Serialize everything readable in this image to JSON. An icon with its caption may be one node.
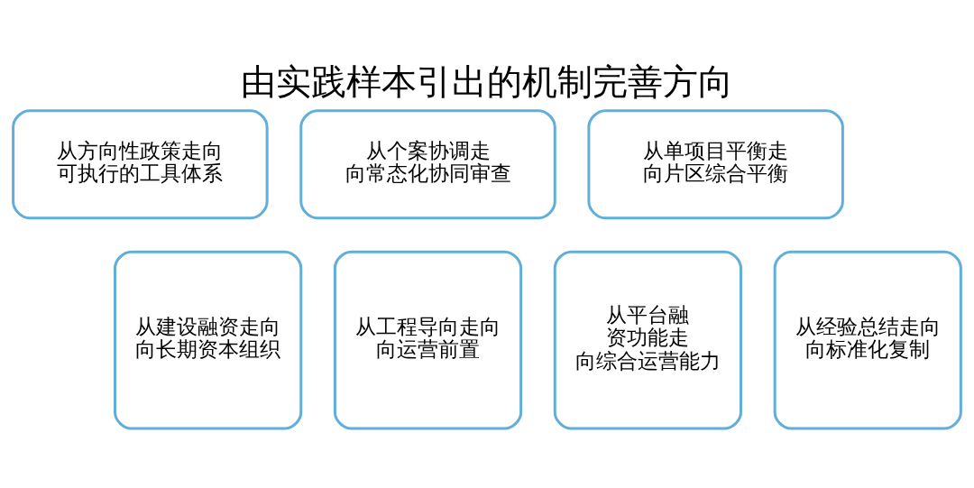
{
  "diagram": {
    "title": "由实践样本引出的机制完善方向",
    "nodes": [
      {
        "text": [
          "从方向性政策走向可执行的工具体系"
        ]
      },
      {
        "text": [
          "从个案协调走向常态化协同审查"
        ]
      },
      {
        "text": [
          "从单项目平衡走向片区综合平衡"
        ]
      },
      {
        "text": [
          "从建设融资走向向长期资本组织"
        ]
      },
      {
        "text": [
          "从工程导向走向向运营前置"
        ]
      },
      {
        "text": [
          "从平台融资功能走向综合运营能力"
        ]
      },
      {
        "text": [
          "从经验总结走向向标准化复制"
        ]
      }
    ],
    "edges": []
  }
}
